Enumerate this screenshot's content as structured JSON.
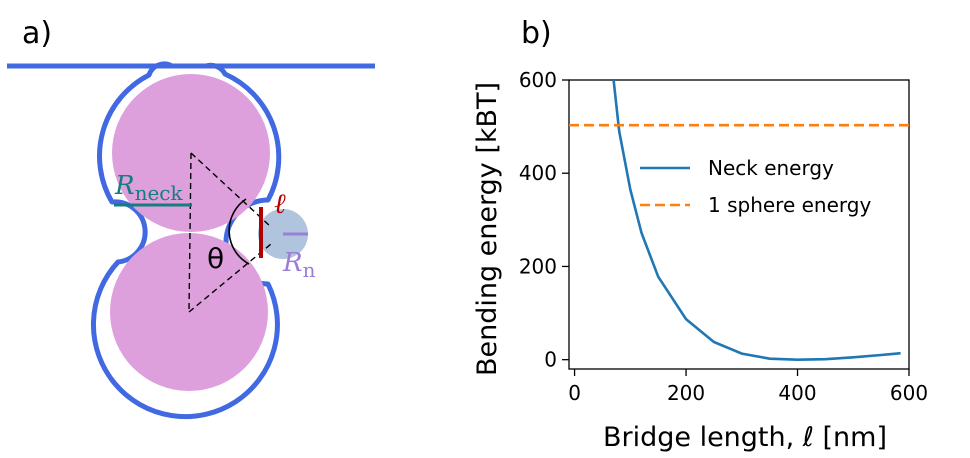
{
  "panel_a": {
    "label": "a)",
    "r_neck": {
      "symbol": "R",
      "subscript": "neck",
      "color": "#167d7f"
    },
    "r_n": {
      "symbol": "R",
      "subscript": "n",
      "color": "#9a7ed8"
    },
    "ell": {
      "symbol": "ℓ",
      "color": "#b10000"
    },
    "theta": "θ",
    "colors": {
      "membrane": "#4169e1",
      "sphere": "#dda0dd",
      "nanoparticle": "#b0c4de"
    }
  },
  "panel_b": {
    "label": "b)",
    "chart_data": {
      "type": "line",
      "xlabel": "Bridge length, ℓ [nm]",
      "ylabel": "Bending energy [kBT]",
      "xlim": [
        -10,
        600
      ],
      "ylim": [
        -20,
        600
      ],
      "xticks": [
        0,
        200,
        400,
        600
      ],
      "yticks": [
        0,
        200,
        400,
        600
      ],
      "grid": false,
      "legend_position": "center-right",
      "series": [
        {
          "name": "Neck energy",
          "style": "solid",
          "color": "#1f77b4",
          "x": [
            70,
            80,
            100,
            120,
            150,
            200,
            250,
            300,
            350,
            400,
            450,
            500,
            550,
            585
          ],
          "y": [
            600,
            490,
            365,
            272,
            178,
            87,
            38,
            13,
            2,
            0,
            1,
            5,
            10,
            14
          ]
        },
        {
          "name": "1 sphere energy",
          "style": "dashed",
          "color": "#ff7f0e",
          "x": [
            -10,
            600
          ],
          "y": [
            503,
            503
          ]
        }
      ]
    }
  }
}
